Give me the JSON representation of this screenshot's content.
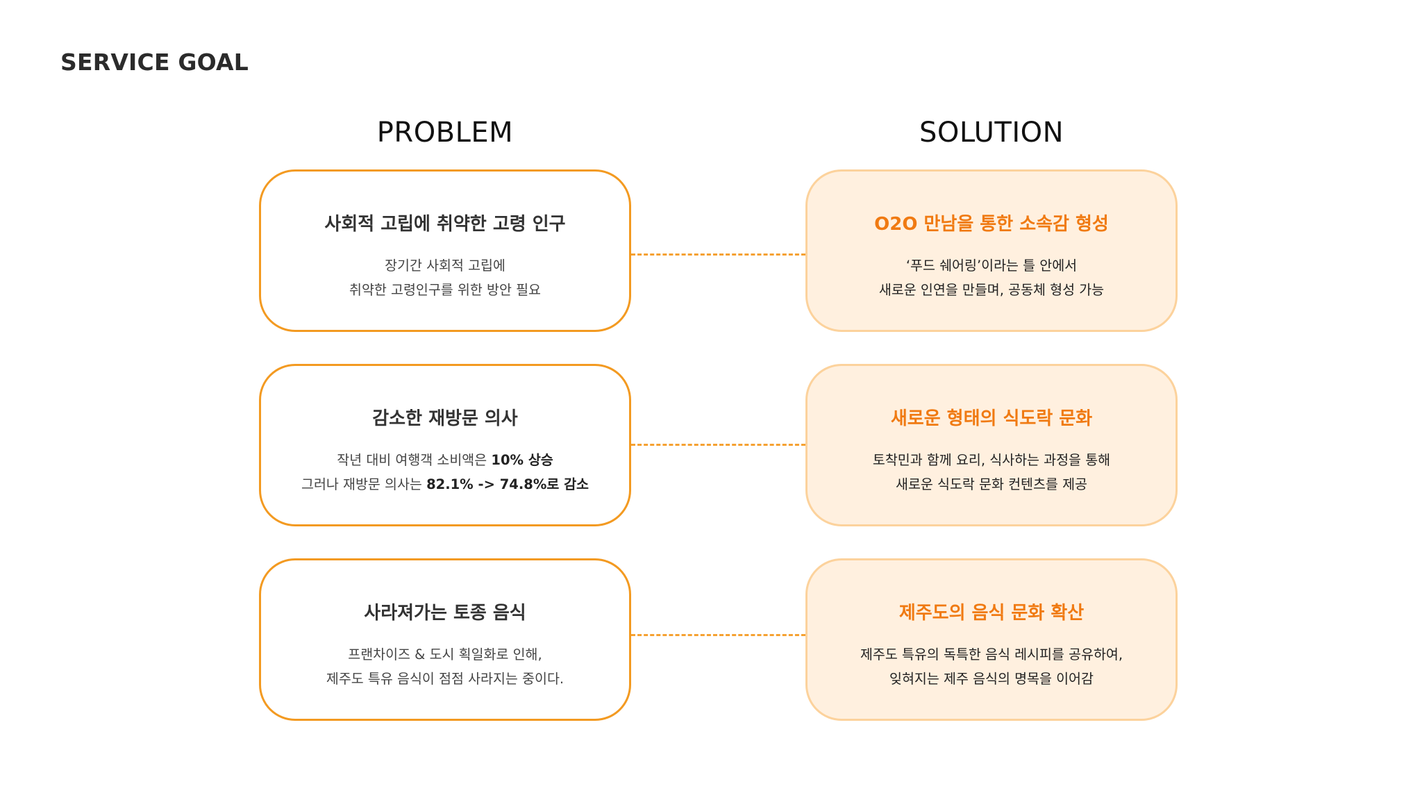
{
  "page": {
    "title": "SERVICE GOAL"
  },
  "columns": {
    "problem_heading": "PROBLEM",
    "solution_heading": "SOLUTION"
  },
  "rows": [
    {
      "problem": {
        "title": "사회적 고립에 취약한 고령 인구",
        "desc_line1": "장기간 사회적 고립에",
        "desc_line2": "취약한 고령인구를 위한 방안 필요"
      },
      "solution": {
        "title": "O2O 만남을 통한 소속감 형성",
        "desc_line1": "‘푸드 쉐어링’이라는 틀 안에서",
        "desc_line2": "새로운 인연을 만들며, 공동체 형성 가능"
      }
    },
    {
      "problem": {
        "title": "감소한 재방문 의사",
        "desc_line1_prefix": "작년 대비 여행객 소비액은 ",
        "desc_line1_emph": "10% 상승",
        "desc_line2_prefix": "그러나 재방문 의사는 ",
        "desc_line2_emph": "82.1% -> 74.8%로 감소"
      },
      "solution": {
        "title": "새로운 형태의 식도락 문화",
        "desc_line1": "토착민과 함께 요리, 식사하는 과정을 통해",
        "desc_line2": "새로운 식도락 문화 컨텐츠를 제공"
      }
    },
    {
      "problem": {
        "title": "사라져가는 토종 음식",
        "desc_line1": "프랜차이즈 & 도시 획일화로 인해,",
        "desc_line2": "제주도 특유 음식이 점점 사라지는 중이다."
      },
      "solution": {
        "title": "제주도의 음식 문화 확산",
        "desc_line1": "제주도 특유의 독특한 음식 레시피를 공유하여,",
        "desc_line2": "잊혀지는 제주 음식의 명목을 이어감"
      }
    }
  ],
  "colors": {
    "accent_orange": "#f07a12",
    "problem_border": "#f39a21",
    "solution_fill": "#fff0df",
    "solution_border": "#fcd29c",
    "connector": "#f5a132"
  }
}
